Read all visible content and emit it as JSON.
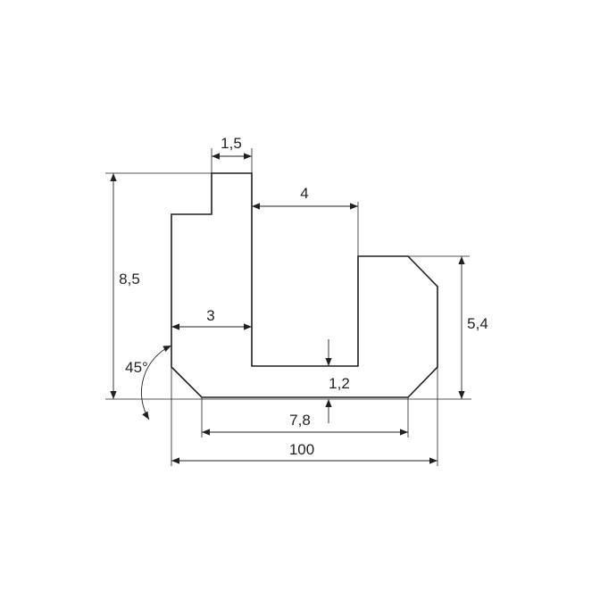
{
  "colors": {
    "line": "#231f20",
    "background": "#ffffff"
  },
  "dimensions": {
    "top_step_width": "1,5",
    "slot_width": "4",
    "total_height": "8,5",
    "right_height": "5,4",
    "left_width": "3",
    "chamfer_angle": "45°",
    "slot_floor": "1,2",
    "bottom_flat": "7,8",
    "overall_width": "100"
  }
}
